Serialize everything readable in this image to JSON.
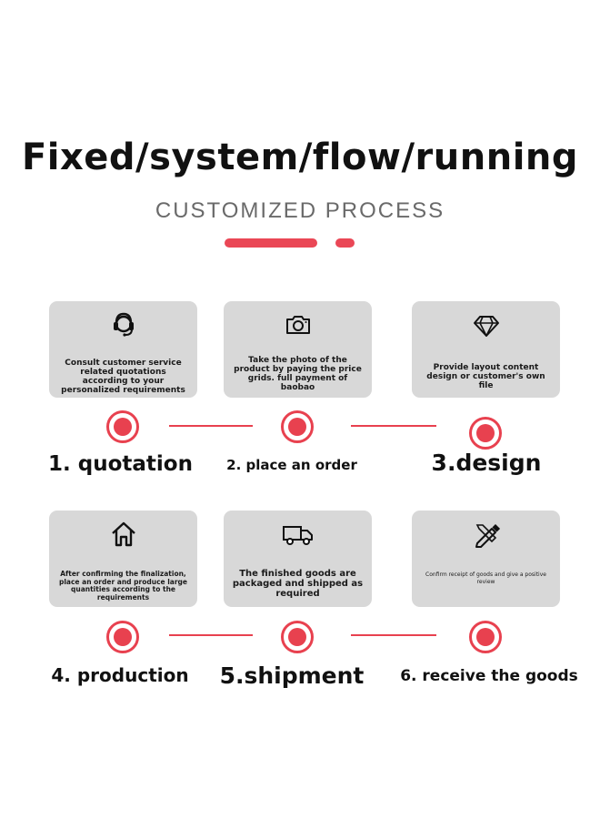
{
  "title": "Fixed/system/flow/running",
  "subtitle": "CUSTOMIZED PROCESS",
  "colors": {
    "accent": "#e8414f",
    "card": "#d8d8d8",
    "text": "#111111"
  },
  "steps": [
    {
      "label": "1. quotation",
      "icon": "headset-icon",
      "description": "Consult customer service related quotations according to your personalized requirements"
    },
    {
      "label": "2. place an order",
      "icon": "camera-icon",
      "description": "Take the photo of the product by paying the price grids. full payment of baobao"
    },
    {
      "label": "3.design",
      "icon": "diamond-icon",
      "description": "Provide layout content design or customer's own file"
    },
    {
      "label": "4. production",
      "icon": "house-icon",
      "description": "After confirming the finalization, place an order and produce large quantities according to the requirements"
    },
    {
      "label": "5.shipment",
      "icon": "truck-icon",
      "description": "The finished goods are packaged and shipped as required"
    },
    {
      "label": "6. receive the goods",
      "icon": "pen-ruler-icon",
      "description": "Confirm receipt of goods and give a positive review"
    }
  ]
}
